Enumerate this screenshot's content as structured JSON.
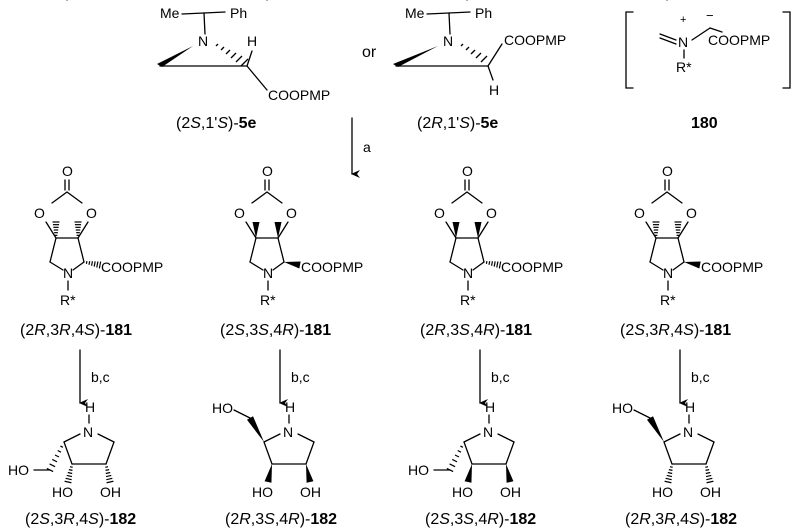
{
  "top": {
    "struct1": {
      "me": "Me",
      "ph": "Ph",
      "n": "N",
      "h": "H",
      "ester": "COOPMP",
      "caption_pre": "(2",
      "caption_i1": "S",
      "caption_mid": ",1'",
      "caption_i2": "S",
      "caption_post": ")-",
      "caption_num": "5e"
    },
    "or_text": "or",
    "struct2": {
      "me": "Me",
      "ph": "Ph",
      "n": "N",
      "h": "H",
      "ester": "COOPMP",
      "caption_pre": "(2",
      "caption_i1": "R",
      "caption_mid": ",1'",
      "caption_i2": "S",
      "caption_post": ")-",
      "caption_num": "5e"
    },
    "ylide": {
      "plus": "+",
      "minus": "−",
      "n": "N",
      "ester": "COOPMP",
      "rstar": "R*",
      "caption_num": "180"
    }
  },
  "arrow_a": "a",
  "arrow_bc": "b,c",
  "row181": [
    {
      "n": "N",
      "o": "O",
      "ester": "COOPMP",
      "rstar": "R*",
      "cap": [
        "(2",
        "R",
        ",3",
        "R",
        ",4",
        "S",
        ")-"
      ],
      "num": "181"
    },
    {
      "n": "N",
      "o": "O",
      "ester": "COOPMP",
      "rstar": "R*",
      "cap": [
        "(2",
        "S",
        ",3",
        "S",
        ",4",
        "R",
        ")-"
      ],
      "num": "181"
    },
    {
      "n": "N",
      "o": "O",
      "ester": "COOPMP",
      "rstar": "R*",
      "cap": [
        "(2",
        "R",
        ",3",
        "S",
        ",4",
        "R",
        ")-"
      ],
      "num": "181"
    },
    {
      "n": "N",
      "o": "O",
      "ester": "COOPMP",
      "rstar": "R*",
      "cap": [
        "(2",
        "S",
        ",3",
        "R",
        ",4",
        "S",
        ")-"
      ],
      "num": "181"
    }
  ],
  "row182": [
    {
      "nh": "N",
      "h": "H",
      "ho": "HO",
      "oh": "OH",
      "cap": [
        "(2",
        "S",
        ",3",
        "R",
        ",4",
        "S",
        ")-"
      ],
      "num": "182"
    },
    {
      "nh": "N",
      "h": "H",
      "ho": "HO",
      "oh": "OH",
      "cap": [
        "(2",
        "R",
        ",3",
        "S",
        ",4",
        "R",
        ")-"
      ],
      "num": "182"
    },
    {
      "nh": "N",
      "h": "H",
      "ho": "HO",
      "oh": "OH",
      "cap": [
        "(2",
        "S",
        ",3",
        "S",
        ",4",
        "R",
        ")-"
      ],
      "num": "182"
    },
    {
      "nh": "N",
      "h": "H",
      "ho": "HO",
      "oh": "OH",
      "cap": [
        "(2",
        "R",
        ",3",
        "R",
        ",4",
        "S",
        ")-"
      ],
      "num": "182"
    }
  ]
}
